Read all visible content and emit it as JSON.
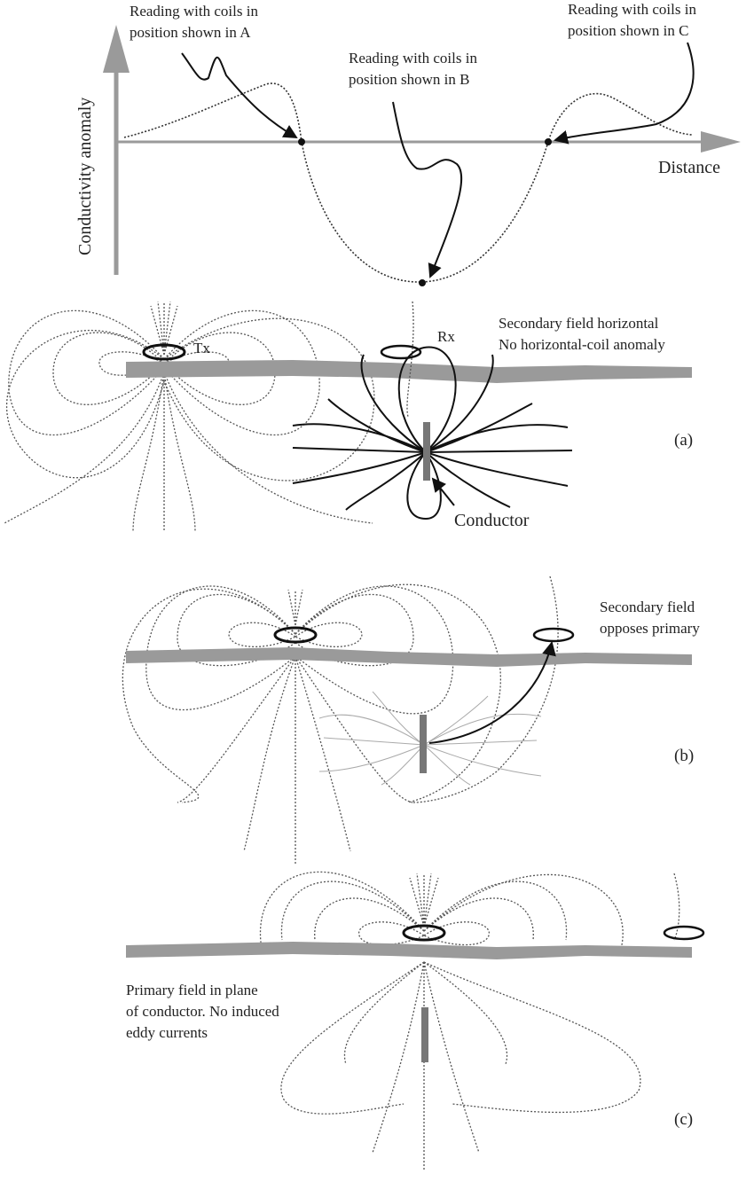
{
  "graph": {
    "y_axis_label": "Conductivity anomaly",
    "x_axis_label": "Distance",
    "callout_a_line1": "Reading with coils  in",
    "callout_a_line2": "position shown in A",
    "callout_b_line1": "Reading with coils  in",
    "callout_b_line2": "position shown in B",
    "callout_c_line1": "Reading with coils  in",
    "callout_c_line2": "position shown in C"
  },
  "panel_a": {
    "tx_label": "Tx",
    "rx_label": "Rx",
    "note_line1": "Secondary field horizontal",
    "note_line2": "No horizontal-coil anomaly",
    "conductor_label": "Conductor",
    "panel_label": "(a)"
  },
  "panel_b": {
    "note_line1": "Secondary field",
    "note_line2": "opposes primary",
    "panel_label": "(b)"
  },
  "panel_c": {
    "note_line1": "Primary field in plane",
    "note_line2": "of conductor. No induced",
    "note_line3": "eddy currents",
    "panel_label": "(c)"
  },
  "colors": {
    "axis": "#9a9a9a",
    "ground": "#9a9a9a",
    "conductor": "#777777",
    "curve": "#333333"
  }
}
